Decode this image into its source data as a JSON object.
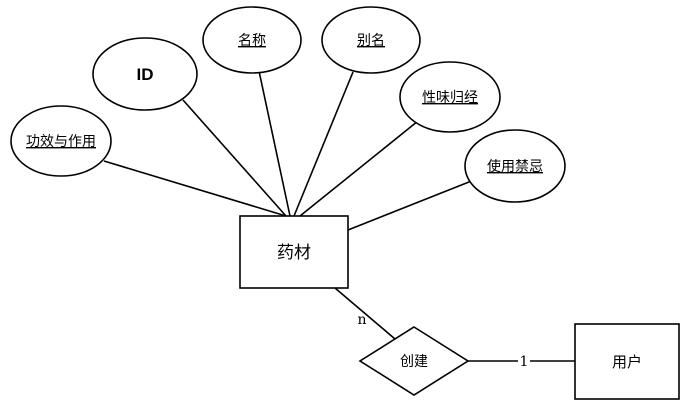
{
  "entities": {
    "herb": "药材",
    "user": "用户"
  },
  "relationship": {
    "label": "创建",
    "card_herb": "n",
    "card_user": "1"
  },
  "attributes": {
    "efficacy": "功效与作用",
    "id": "ID",
    "name": "名称",
    "alias": "别名",
    "nature": "性味归经",
    "contraindication": "使用禁忌"
  }
}
